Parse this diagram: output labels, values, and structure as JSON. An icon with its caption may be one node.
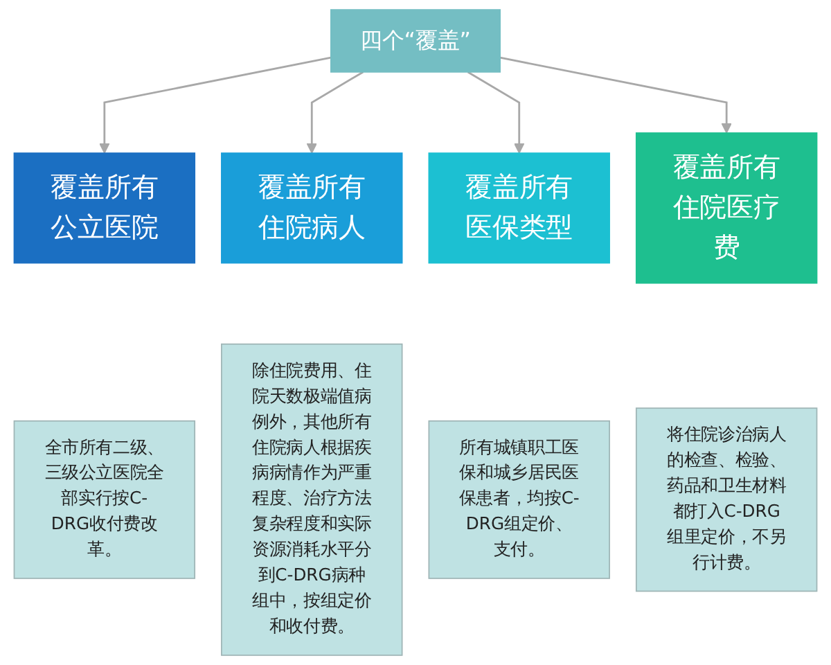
{
  "diagram": {
    "nodes": [
      {
        "text": [
          "四个“覆盖”"
        ]
      },
      {
        "text": [
          "覆盖所有公立医院"
        ]
      },
      {
        "text": [
          "覆盖所有住院病人"
        ]
      },
      {
        "text": [
          "覆盖所有医保类型"
        ]
      },
      {
        "text": [
          "覆盖所有住院医疗费"
        ]
      },
      {
        "text": [
          "全市所有二级、三级公立医院全部实行按C-DRG收付费改革。"
        ]
      },
      {
        "text": [
          "除住院费用、住院天数极端值病例外，其他所有住院病人根据疾病病情作为严重程度、治疗方法复杂程度和实际资源消耗水平分到C-DRG病种组中，按组定价和收付费。"
        ]
      },
      {
        "text": [
          "所有城镇职工医保和城乡居民医保患者，均按C-DRG组定价、支付。"
        ]
      },
      {
        "text": [
          "将住院诊治病人的检查、检验、药品和卫生材料都打入C-DRG组里定价，不另行计费。"
        ]
      }
    ],
    "edges": [
      {
        "from": 0,
        "to": 1,
        "arrow": "to"
      },
      {
        "from": 0,
        "to": 2,
        "arrow": "to"
      },
      {
        "from": 0,
        "to": 3,
        "arrow": "to"
      },
      {
        "from": 0,
        "to": 4,
        "arrow": "to"
      }
    ]
  }
}
